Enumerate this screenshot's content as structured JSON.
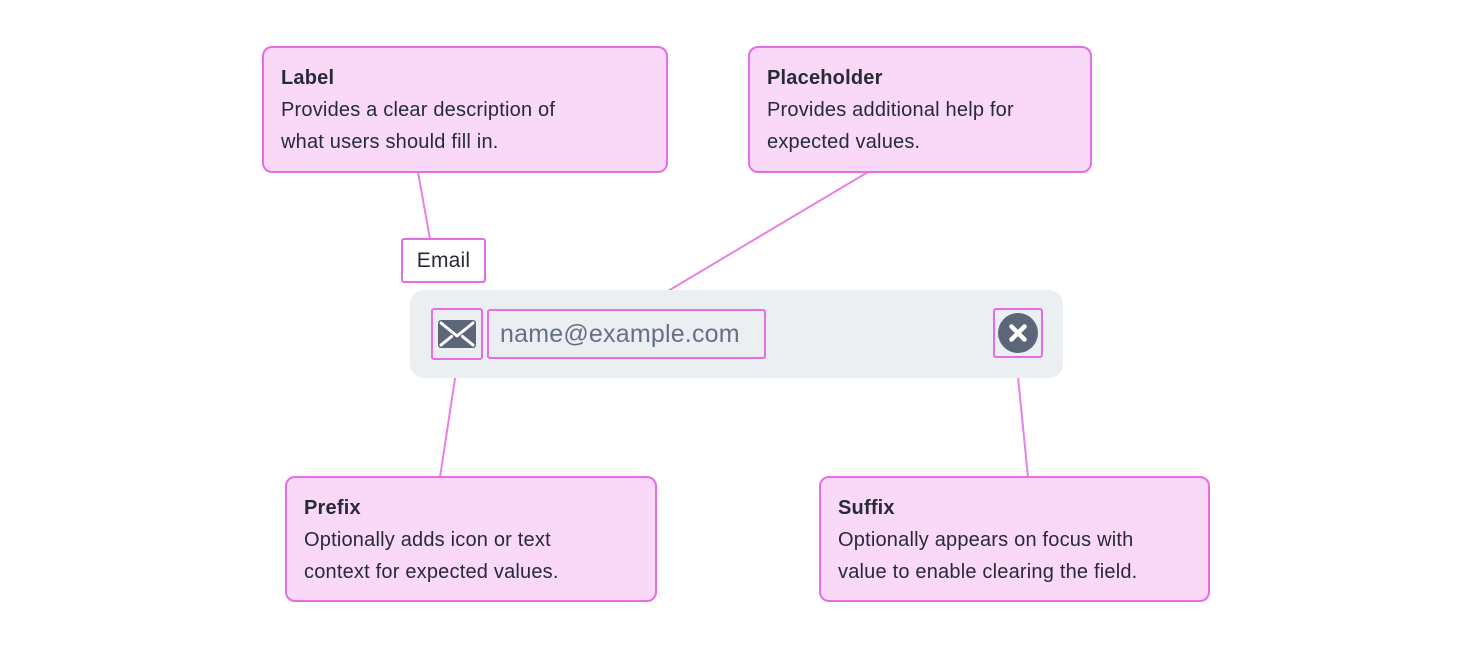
{
  "colors": {
    "background": "#ffffff",
    "callout_fill": "#f9d8f8",
    "callout_border": "#e56de5",
    "connector_line": "#ea80e6",
    "text_dark": "#272b35",
    "field_fill": "#eceff2",
    "icon_slate": "#5c6679",
    "placeholder_text": "#667085"
  },
  "callouts": {
    "label": {
      "title": "Label",
      "lines": [
        "Provides a clear description of",
        "what users should fill in."
      ]
    },
    "placeholder": {
      "title": "Placeholder",
      "lines": [
        "Provides additional help for",
        "expected values."
      ]
    },
    "prefix": {
      "title": "Prefix",
      "lines": [
        "Optionally adds icon or text",
        "context for expected values."
      ]
    },
    "suffix": {
      "title": "Suffix",
      "lines": [
        "Optionally appears on focus with",
        "value to enable clearing the field."
      ]
    }
  },
  "input": {
    "label": "Email",
    "placeholder": "name@example.com",
    "prefix_icon": "envelope-icon",
    "suffix_icon": "clear-circle-icon"
  }
}
